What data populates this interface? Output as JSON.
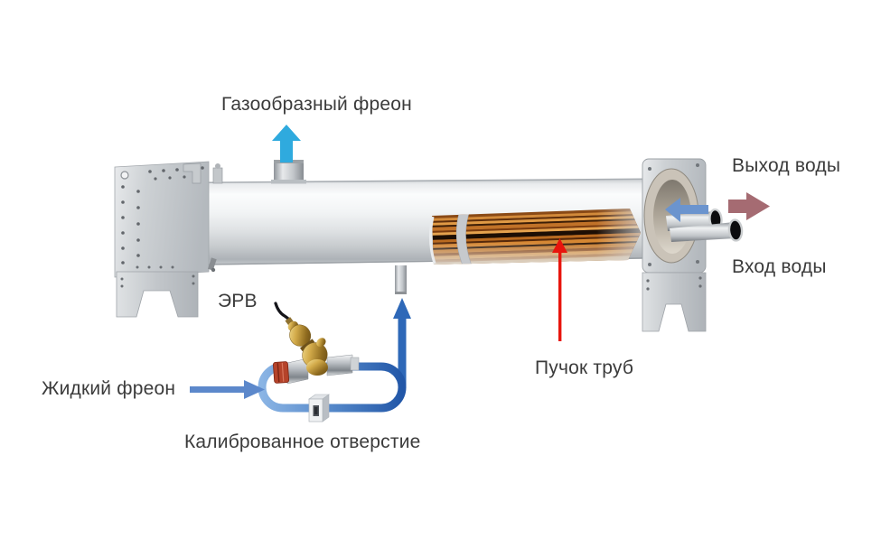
{
  "diagram": {
    "labels": {
      "gas_freon": "Газообразный фреон",
      "water_out": "Выход воды",
      "water_in": "Вход воды",
      "erv": "ЭРВ",
      "liquid_freon": "Жидкий фреон",
      "orifice": "Калиброванное отверстие",
      "tube_bundle": "Пучок труб"
    },
    "colors": {
      "gas_arrow": "#2FAADE",
      "liquid_arrow": "#5C88CB",
      "water_in_arrow": "#6B94CE",
      "water_out_arrow": "#A56B72",
      "bundle_arrow": "#E8150D",
      "pipe_light": "#8AB4E4",
      "pipe_dark": "#2E68B8",
      "label_text": "#3B3B3B"
    }
  }
}
